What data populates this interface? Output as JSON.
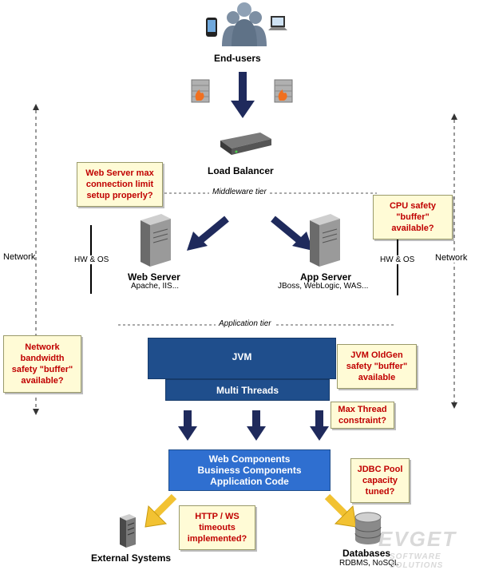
{
  "nodes": {
    "end_users": "End-users",
    "load_balancer": "Load Balancer",
    "web_server": "Web Server",
    "web_server_sub": "Apache, IIS...",
    "app_server": "App Server",
    "app_server_sub": "JBoss, WebLogic, WAS...",
    "jvm": "JVM",
    "multi_threads": "Multi Threads",
    "components_line1": "Web Components",
    "components_line2": "Business Components",
    "components_line3": "Application Code",
    "external_systems": "External Systems",
    "databases": "Databases",
    "databases_sub": "RDBMS, NoSQL"
  },
  "tiers": {
    "middleware": "Middleware tier",
    "application": "Application tier"
  },
  "side_labels": {
    "network_left": "Network",
    "network_right": "Network",
    "hw_os_left": "HW & OS",
    "hw_os_right": "HW & OS"
  },
  "notes": {
    "web_server_limit": [
      "Web Server max",
      "connection limit",
      "setup properly?"
    ],
    "cpu_buffer": [
      "CPU safety",
      "\"buffer\"",
      "available?"
    ],
    "network_bandwidth": [
      "Network",
      "bandwidth",
      "safety \"buffer\"",
      "available?"
    ],
    "jvm_oldgen": [
      "JVM OldGen",
      "safety \"buffer\"",
      "available"
    ],
    "max_thread": [
      "Max Thread",
      "constraint?"
    ],
    "jdbc_pool": [
      "JDBC Pool",
      "capacity",
      "tuned?"
    ],
    "http_ws": [
      "HTTP / WS",
      "timeouts",
      "implemented?"
    ]
  },
  "watermark": {
    "brand": "EVGET",
    "sub": "SOFTWARE SOLUTIONS"
  },
  "colors": {
    "arrow_navy": "#1f2a5c",
    "arrow_gold": "#f2c232",
    "jvm_blue": "#1f4e8c",
    "components_blue": "#2f6fd0",
    "note_red": "#c00000",
    "note_bg": "#fffbd6"
  },
  "icons": [
    "users-icon",
    "phone-icon",
    "laptop-icon",
    "firewall-icon",
    "rack-server-icon",
    "tower-server-icon",
    "database-icon"
  ]
}
